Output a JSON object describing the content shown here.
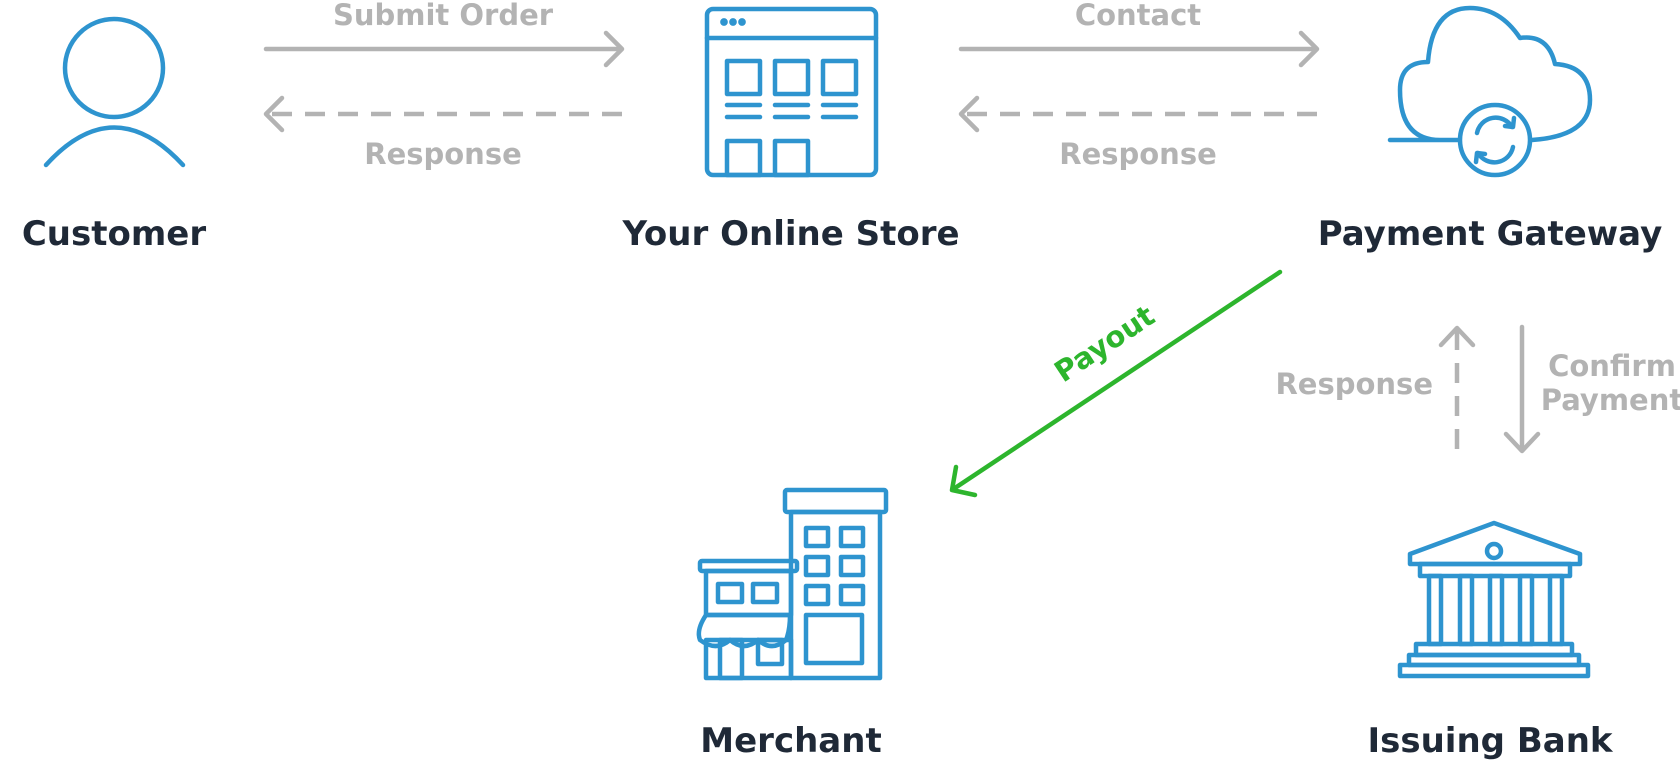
{
  "nodes": {
    "customer": "Customer",
    "store": "Your Online Store",
    "gateway": "Payment Gateway",
    "merchant": "Merchant",
    "bank": "Issuing Bank"
  },
  "edges": {
    "submit_order": "Submit Order",
    "response_store_to_customer": "Response",
    "contact": "Contact",
    "response_gateway_to_store": "Response",
    "payout": "Payout",
    "response_bank_to_gateway": "Response",
    "confirm_payment_line1": "Confirm",
    "confirm_payment_line2": "Payment"
  },
  "colors": {
    "icon": "#2e94cf",
    "text_dark": "#1f2937",
    "arrow_gray": "#b3b3b3",
    "payout_green": "#2db52d"
  },
  "icons": {
    "customer": "user-icon",
    "store": "storefront-window-icon",
    "gateway": "cloud-sync-icon",
    "merchant": "buildings-icon",
    "bank": "bank-icon"
  }
}
